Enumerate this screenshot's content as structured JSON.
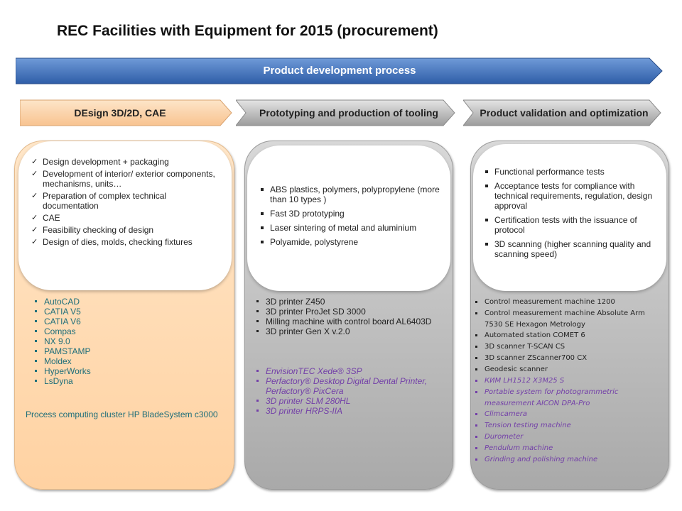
{
  "title": "REC Facilities with Equipment for 2015 (procurement)",
  "banner": {
    "label": "Product development process",
    "color": "#4a7ac4"
  },
  "phases": [
    {
      "label": "DEsign 3D/2D, CAE",
      "fill": "#fbd3a8"
    },
    {
      "label": "Prototyping and production of tooling",
      "fill": "#bfbfbf"
    },
    {
      "label": "Product validation and optimization",
      "fill": "#bfbfbf"
    }
  ],
  "design": {
    "services": [
      "Design development + packaging",
      "Development of interior/ exterior components, mechanisms, units…",
      "Preparation of complex technical documentation",
      "CAE",
      "Feasibility checking of design",
      "Design of dies, molds, checking fixtures"
    ],
    "software": [
      "AutoCAD",
      "CATIA V5",
      "CATIA V6",
      "Compas",
      "NX 9.0",
      "PAMSTAMP",
      "Moldex",
      "HyperWorks",
      "LsDyna"
    ],
    "cluster": "Process computing cluster HP BladeSystem c3000"
  },
  "prototyping": {
    "services": [
      "ABS plastics, polymers, polypropylene (more than 10 types )",
      "Fast 3D prototyping",
      "Laser sintering of metal and aluminium",
      "Polyamide, polystyrene"
    ],
    "equipment": [
      "3D printer Z450",
      "3D printer ProJet SD 3000",
      "Milling machine with control board AL6403D",
      "3D printer Gen X v.2.0"
    ],
    "procurement": [
      "EnvisionTEC Xede® 3SP",
      "Perfactory® Desktop Digital Dental Printer, Perfactory® PixCera",
      "3D printer SLM 280HL",
      "3D printer HRPS-IIA"
    ]
  },
  "validation": {
    "services": [
      "Functional performance tests",
      "Acceptance tests for compliance with technical requirements, regulation, design approval",
      " Certification tests with the issuance of protocol",
      "3D scanning (higher scanning quality and scanning speed)"
    ],
    "equipment": [
      "Control measurement machine 1200",
      "Control measurement machine Absolute Arm 7530 SE Hexagon Metrology",
      "Automated station COMET 6",
      "3D scanner T-SCAN CS",
      "3D scanner ZScanner700 CX",
      "Geodesic scanner"
    ],
    "procurement": [
      "КИМ LH1512 X3M25 S",
      "Portable system for photogrammetric measurement AICON DPA-Pro",
      "Climcamera",
      "Tension testing machine",
      "Durometer",
      "Pendulum machine",
      "Grinding and polishing machine"
    ]
  }
}
